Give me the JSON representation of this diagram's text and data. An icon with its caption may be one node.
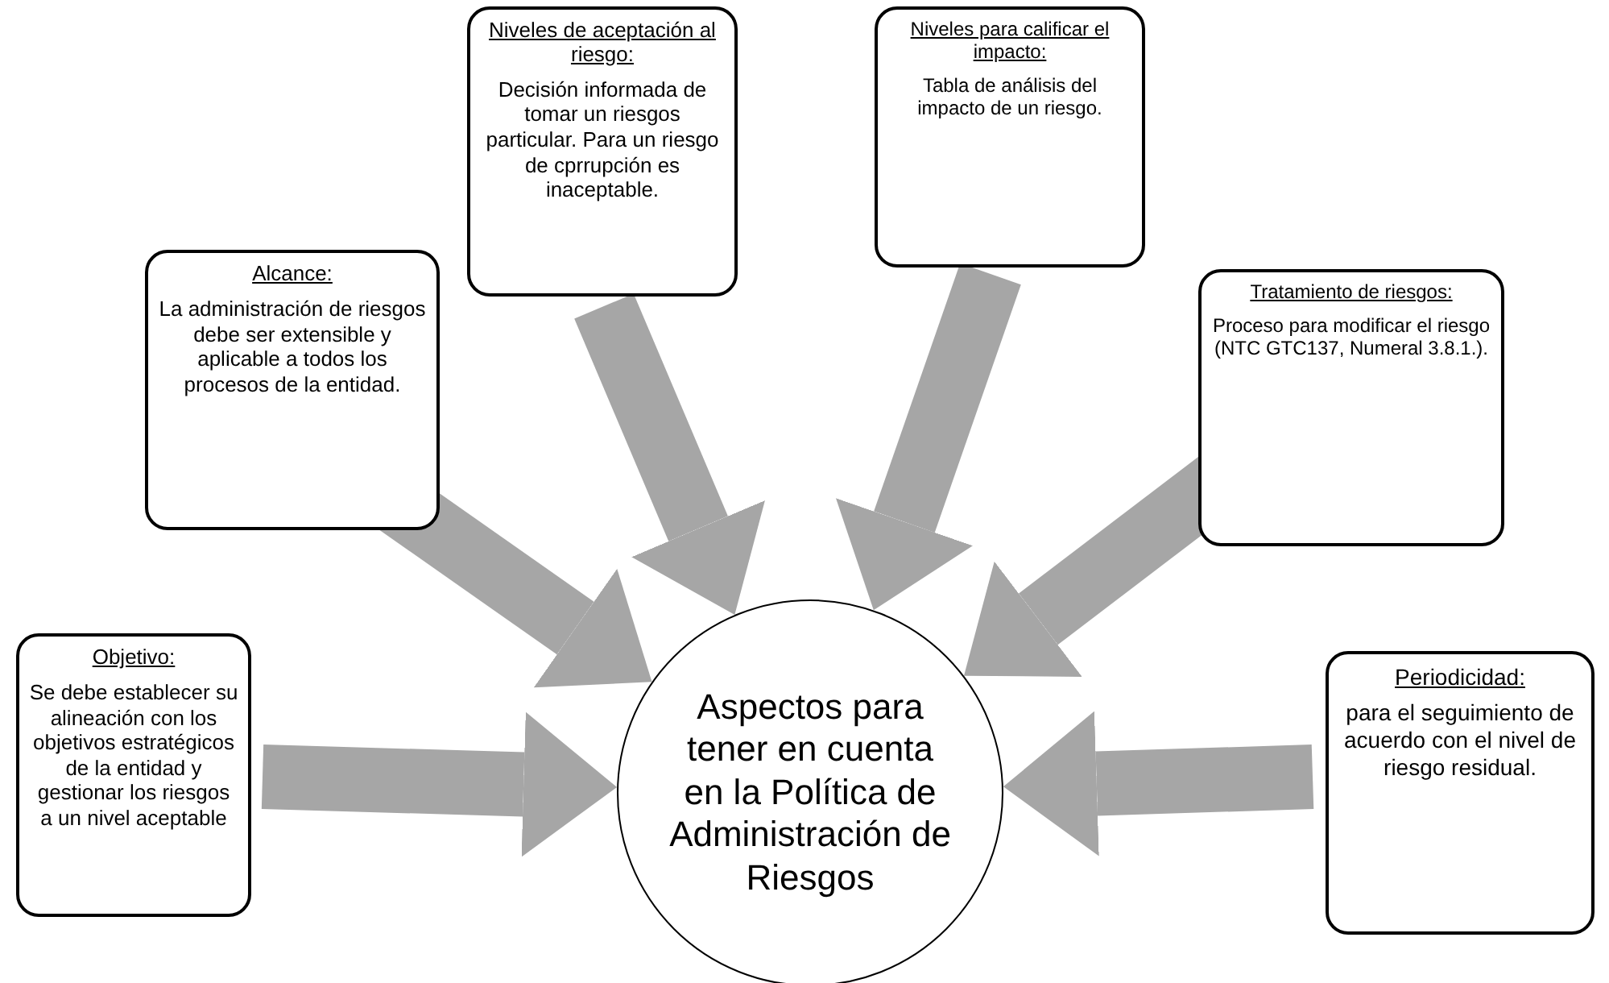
{
  "diagram": {
    "nodes": [
      {
        "text": [
          "Objetivo:",
          "Se debe establecer su alineación con los objetivos estratégicos de la entidad y gestionar los riesgos a un nivel aceptable"
        ]
      },
      {
        "text": [
          "Alcance:",
          "La administración de riesgos debe ser extensible y aplicable a todos los procesos de la entidad."
        ]
      },
      {
        "text": [
          "Niveles de aceptación al riesgo:",
          "Decisión informada de tomar un riesgos particular. Para un riesgo de cprrupción es inaceptable."
        ]
      },
      {
        "text": [
          "Niveles para calificar el impacto:",
          "Tabla de análisis del impacto de un riesgo."
        ]
      },
      {
        "text": [
          "Tratamiento de riesgos:",
          "Proceso para modificar el riesgo (NTC GTC137, Numeral 3.8.1.)."
        ]
      },
      {
        "text": [
          "Periodicidad:",
          "para el seguimiento de acuerdo con el nivel de riesgo residual."
        ]
      },
      {
        "text": [
          "Aspectos para tener en cuenta en la Política de Administración de Riesgos"
        ]
      }
    ],
    "edges": [
      {
        "from": 0,
        "to": 6,
        "arrow": "to"
      },
      {
        "from": 1,
        "to": 6,
        "arrow": "to"
      },
      {
        "from": 2,
        "to": 6,
        "arrow": "to"
      },
      {
        "from": 3,
        "to": 6,
        "arrow": "to"
      },
      {
        "from": 4,
        "to": 6,
        "arrow": "to"
      },
      {
        "from": 5,
        "to": 6,
        "arrow": "to"
      }
    ]
  }
}
